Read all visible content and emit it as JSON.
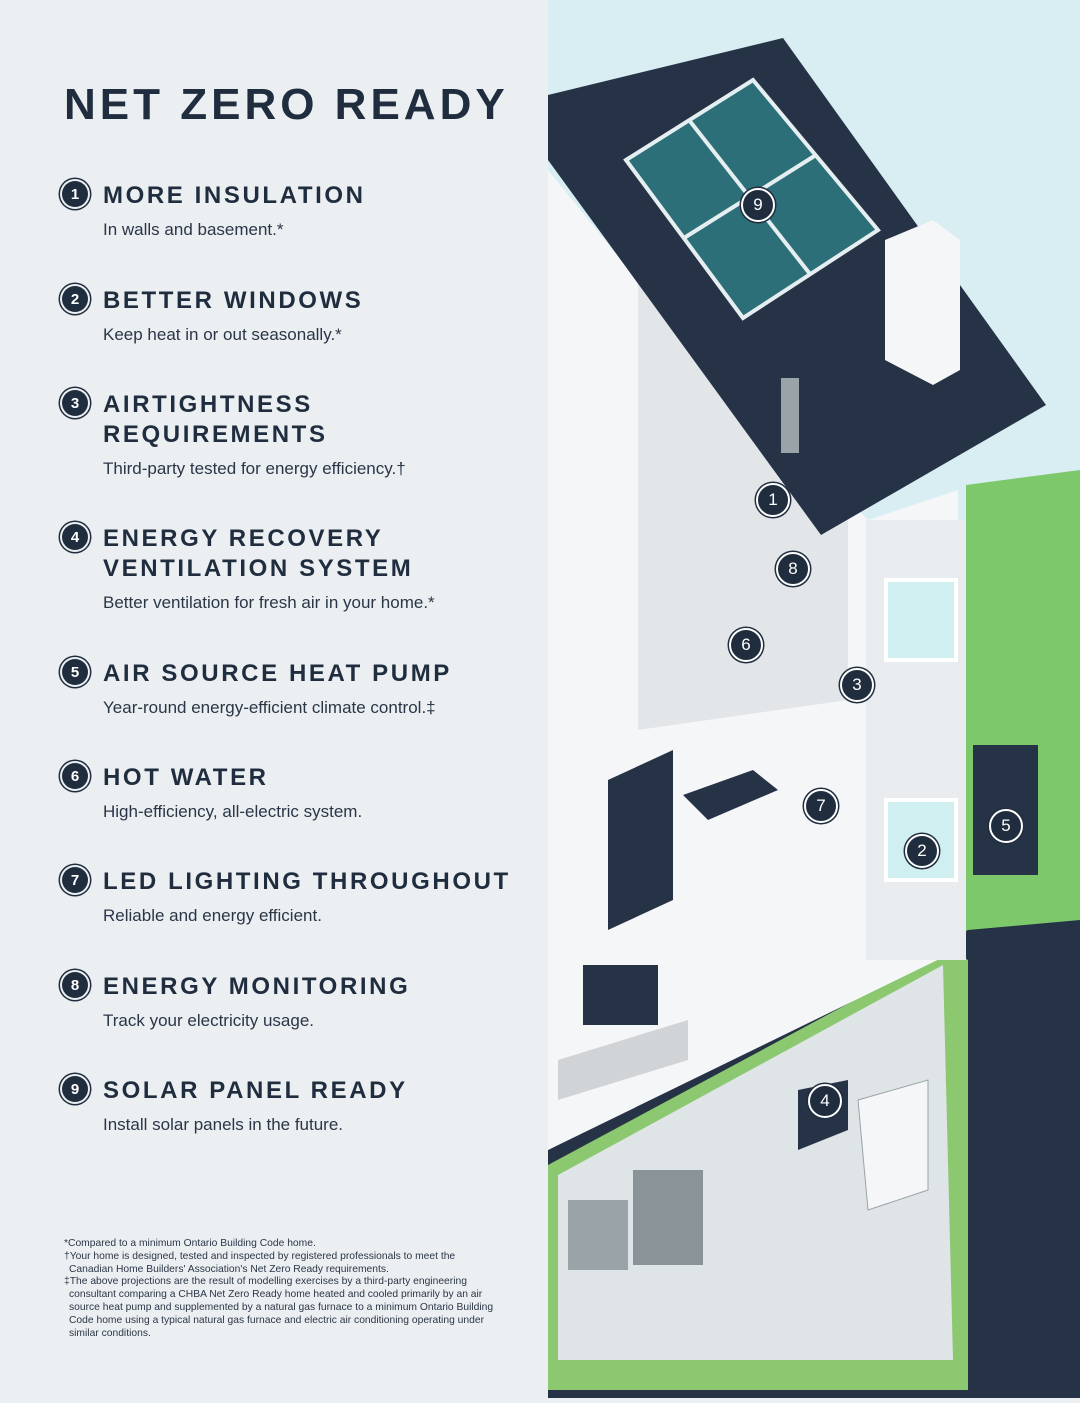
{
  "title": "NET ZERO READY",
  "items": [
    {
      "num": "1",
      "heading": "MORE INSULATION",
      "desc": "In walls and basement.*"
    },
    {
      "num": "2",
      "heading": "BETTER WINDOWS",
      "desc": "Keep heat in or out seasonally.*"
    },
    {
      "num": "3",
      "heading": "AIRTIGHTNESS REQUIREMENTS",
      "desc": "Third-party tested for energy efficiency.†"
    },
    {
      "num": "4",
      "heading": "ENERGY RECOVERY VENTILATION SYSTEM",
      "desc": "Better ventilation for fresh air in your home.*"
    },
    {
      "num": "5",
      "heading": "AIR SOURCE HEAT PUMP",
      "desc": "Year-round energy-efficient climate control.‡"
    },
    {
      "num": "6",
      "heading": "HOT WATER",
      "desc": "High-efficiency, all-electric system."
    },
    {
      "num": "7",
      "heading": "LED LIGHTING THROUGHOUT",
      "desc": "Reliable and energy efficient."
    },
    {
      "num": "8",
      "heading": "ENERGY MONITORING",
      "desc": "Track your electricity usage."
    },
    {
      "num": "9",
      "heading": "SOLAR PANEL READY",
      "desc": "Install solar panels in the future."
    }
  ],
  "footnotes": [
    "*Compared to a minimum Ontario Building Code home.",
    "†Your home is designed, tested and inspected by registered professionals to meet the Canadian Home Builders' Association's Net Zero Ready requirements.",
    "‡The above projections are the result of modelling exercises by a third-party engineering consultant comparing a CHBA Net Zero Ready home heated and cooled primarily by an air source heat pump and supplemented by a natural gas furnace to a minimum Ontario Building Code home using a typical natural gas furnace and electric air conditioning operating under similar conditions."
  ],
  "markers": [
    "9",
    "1",
    "8",
    "6",
    "3",
    "7",
    "2",
    "5",
    "4"
  ],
  "colors": {
    "navy": "#1f2d3f",
    "sky": "#d8eef2",
    "green": "#7cc86a",
    "panel": "#eceff1"
  }
}
